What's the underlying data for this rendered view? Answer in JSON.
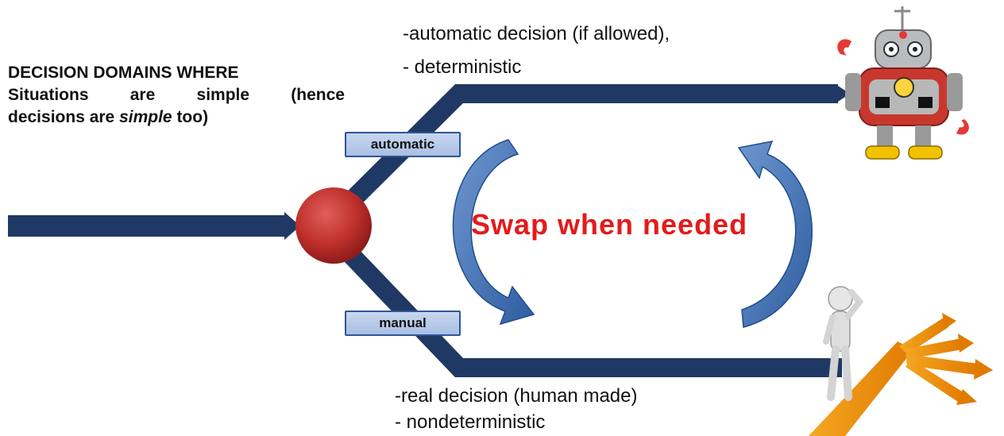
{
  "heading": {
    "line1": "DECISION DOMAINS WHERE",
    "line2": "Situations are simple (hence",
    "line3_before": "decisions are ",
    "line3_emphasis": "simple",
    "line3_after": " too)"
  },
  "branches": {
    "automatic": {
      "tag": "automatic",
      "note_line1": "-automatic decision (if allowed),",
      "note_line2": "- deterministic"
    },
    "manual": {
      "tag": "manual",
      "note_line1": "-real decision (human made)",
      "note_line2": "- nondeterministic"
    }
  },
  "center_text": "Swap when needed",
  "colors": {
    "path": "#203864",
    "node": "#c0302c",
    "arrow": "#4f7ec0",
    "swap_text": "#e31b1b"
  },
  "icons": [
    "robot-icon",
    "thinking-person-icon"
  ]
}
